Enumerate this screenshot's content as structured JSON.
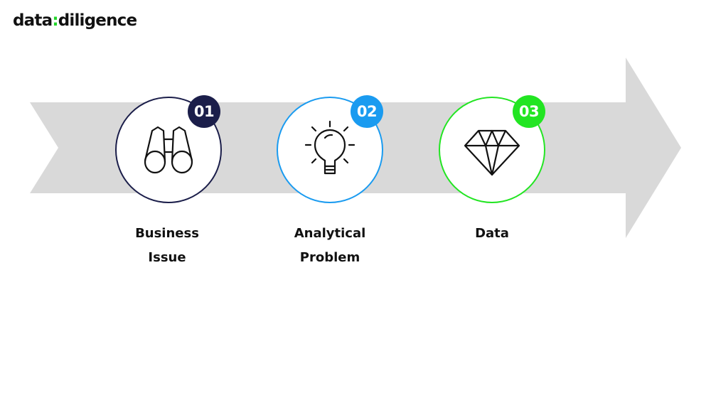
{
  "logo": {
    "part1": "data",
    "colon": ":",
    "part2": "diligence"
  },
  "steps": [
    {
      "number": "01",
      "line1": "Business",
      "line2": "Issue",
      "icon": "binoculars-icon",
      "color": "#1b1e4a"
    },
    {
      "number": "02",
      "line1": "Analytical",
      "line2": "Problem",
      "icon": "lightbulb-icon",
      "color": "#1a9bf0"
    },
    {
      "number": "03",
      "line1": "Data",
      "line2": "",
      "icon": "diamond-icon",
      "color": "#22e522"
    }
  ],
  "colors": {
    "arrow": "#d9d9d9",
    "logo_accent": "#22d42a",
    "text": "#111111"
  }
}
